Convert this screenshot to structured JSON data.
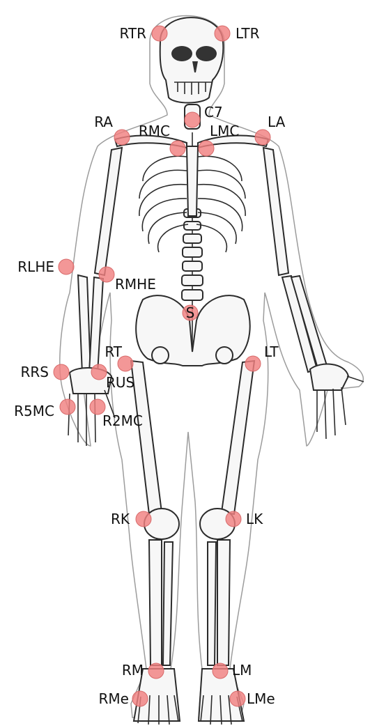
{
  "landmarks": [
    {
      "id": "RTR",
      "label": "RTR"
    },
    {
      "id": "LTR",
      "label": "LTR"
    },
    {
      "id": "C7",
      "label": "C7"
    },
    {
      "id": "RA",
      "label": "RA"
    },
    {
      "id": "RMC",
      "label": "RMC"
    },
    {
      "id": "LMC",
      "label": "LMC"
    },
    {
      "id": "LA",
      "label": "LA"
    },
    {
      "id": "RLHE",
      "label": "RLHE"
    },
    {
      "id": "RMHE",
      "label": "RMHE"
    },
    {
      "id": "S",
      "label": "S"
    },
    {
      "id": "RT",
      "label": "RT"
    },
    {
      "id": "LT",
      "label": "LT"
    },
    {
      "id": "RRS",
      "label": "RRS"
    },
    {
      "id": "RUS",
      "label": "RUS"
    },
    {
      "id": "R5MC",
      "label": "R5MC"
    },
    {
      "id": "R2MC",
      "label": "R2MC"
    },
    {
      "id": "RK",
      "label": "RK"
    },
    {
      "id": "LK",
      "label": "LK"
    },
    {
      "id": "RM",
      "label": "RM"
    },
    {
      "id": "LM",
      "label": "LM"
    },
    {
      "id": "RMe",
      "label": "RMe"
    },
    {
      "id": "LMe",
      "label": "LMe"
    }
  ],
  "colors": {
    "marker": "#f08080",
    "label": "#111111",
    "bone_outline": "#2b2b2b",
    "body_outline": "#9c9c9c"
  }
}
